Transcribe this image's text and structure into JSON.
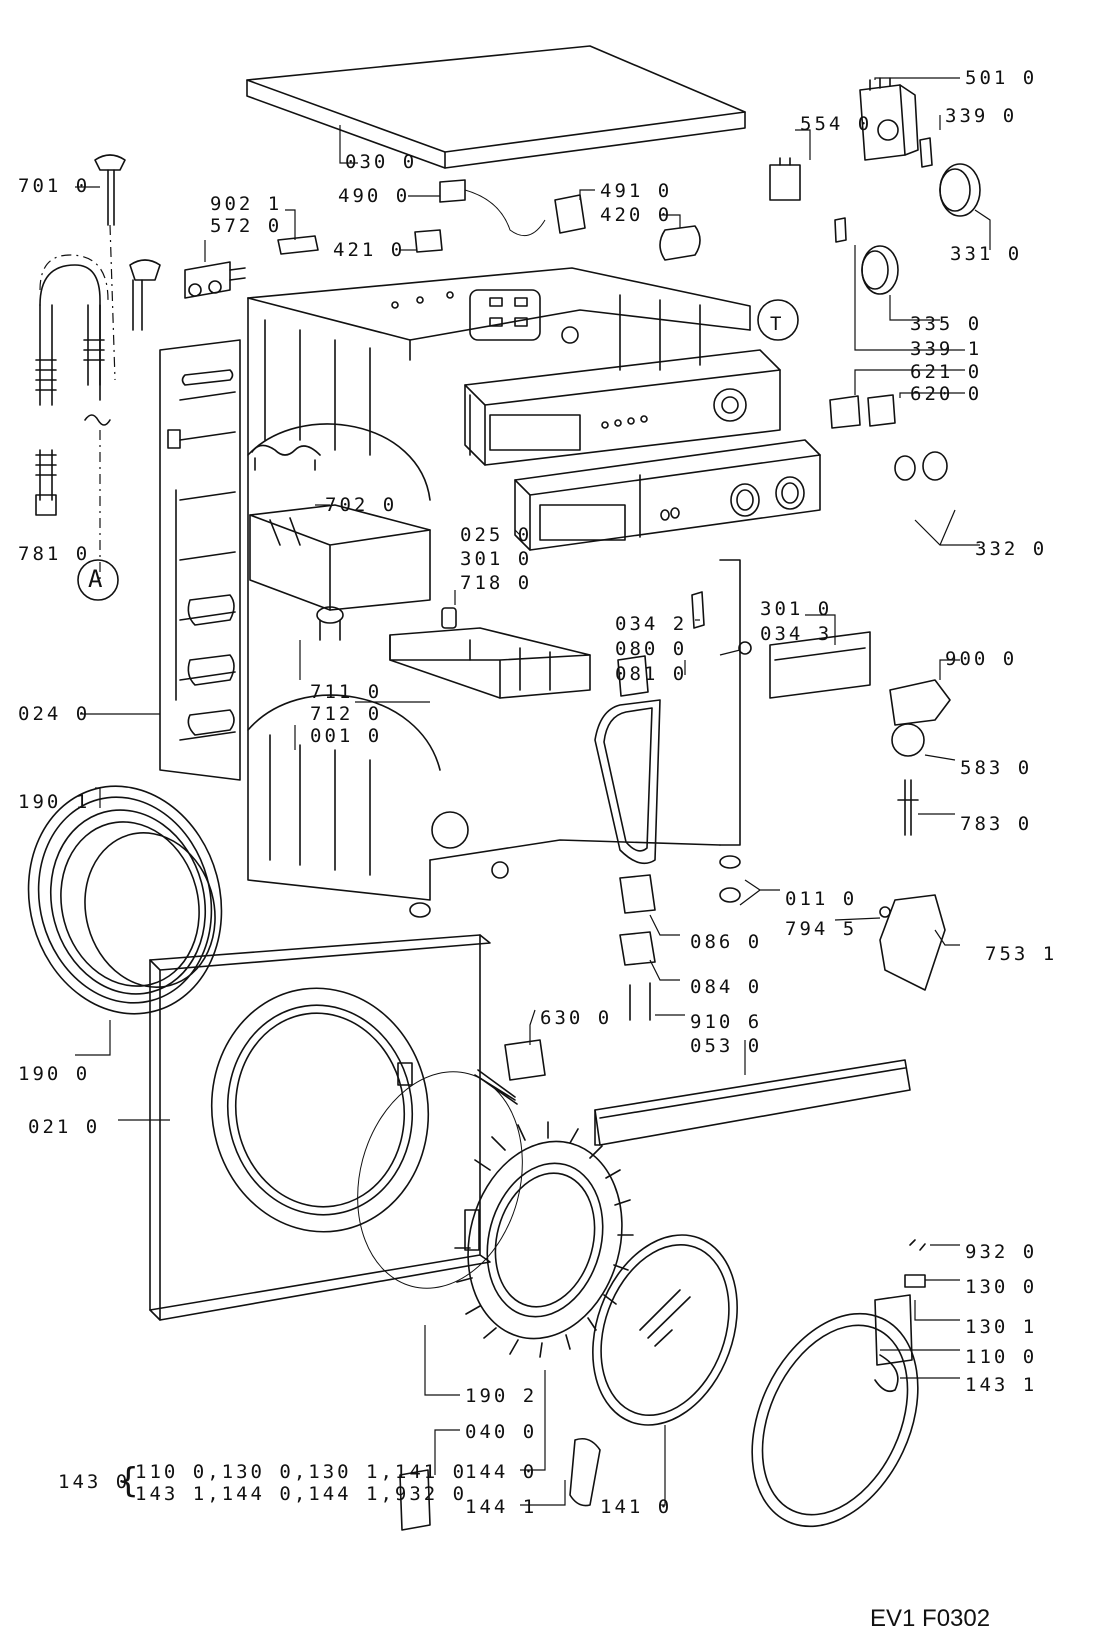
{
  "diagram": {
    "code": "EV1 F0302",
    "callout_A": "A",
    "callout_T": "T",
    "parts": {
      "p001": "001 0",
      "p011": "011 0",
      "p021": "021 0",
      "p024": "024 0",
      "p025": "025 0",
      "p030": "030 0",
      "p034_2": "034 2",
      "p034_3": "034 3",
      "p040": "040 0",
      "p053": "053 0",
      "p080": "080 0",
      "p081": "081 0",
      "p084": "084 0",
      "p086": "086 0",
      "p110": "110 0",
      "p130_0": "130 0",
      "p130_1": "130 1",
      "p141": "141 0",
      "p143_1": "143 1",
      "p144_0": "144 0",
      "p144_1": "144 1",
      "p190_0": "190 0",
      "p190_1": "190 1",
      "p190_2": "190 2",
      "p301_a": "301 0",
      "p301_b": "301 0",
      "p331": "331 0",
      "p332": "332 0",
      "p335": "335 0",
      "p339_0": "339 0",
      "p339_1": "339 1",
      "p420": "420 0",
      "p421": "421 0",
      "p490": "490 0",
      "p491": "491 0",
      "p501": "501 0",
      "p554": "554 0",
      "p572": "572 0",
      "p583": "583 0",
      "p620": "620 0",
      "p621": "621 0",
      "p630": "630 0",
      "p701": "701 0",
      "p702": "702 0",
      "p711": "711 0",
      "p712": "712 0",
      "p718": "718 0",
      "p753": "753 1",
      "p781": "781 0",
      "p783": "783 0",
      "p794": "794 5",
      "p900": "900 0",
      "p902": "902 1",
      "p910": "910 6",
      "p932": "932 0"
    },
    "kit": {
      "id": "143 0",
      "line1": "110 0,130 0,130 1,141 0",
      "line2": "143 1,144 0,144 1,932 0"
    }
  }
}
